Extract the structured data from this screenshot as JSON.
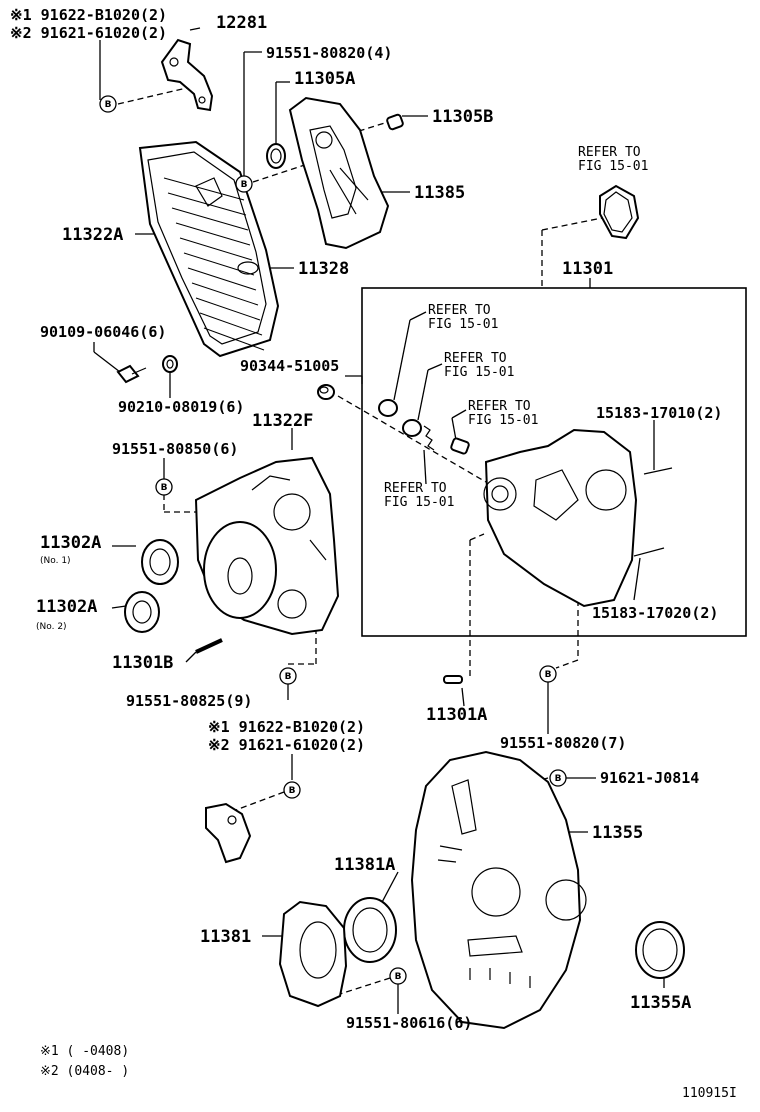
{
  "labels": {
    "p91622_b1020_top": "※1 91622-B1020(2)",
    "p91621_61020_top": "※2 91621-61020(2)",
    "p12281": "12281",
    "p91551_80820_4": "91551-80820(4)",
    "p11305A": "11305A",
    "p11305B": "11305B",
    "p11385": "11385",
    "p11322A": "11322A",
    "p11328": "11328",
    "p90109": "90109-06046(6)",
    "p90210": "90210-08019(6)",
    "p90344": "90344-51005",
    "p11322F": "11322F",
    "p91551_80850": "91551-80850(6)",
    "p11302A_1": "11302A",
    "p11302A_1_sub": "(No. 1)",
    "p11302A_2": "11302A",
    "p11302A_2_sub": "(No. 2)",
    "p11301B": "11301B",
    "p91551_80825": "91551-80825(9)",
    "p11301": "11301",
    "p15183_17010": "15183-17010(2)",
    "p15183_17020": "15183-17020(2)",
    "p11301A": "11301A",
    "p91551_80820_7": "91551-80820(7)",
    "p91622_b1020_mid": "※1 91622-B1020(2)",
    "p91621_61020_mid": "※2 91621-61020(2)",
    "p91621_J0814": "91621-J0814",
    "p11355": "11355",
    "p11381A": "11381A",
    "p11381": "11381",
    "p91551_80616": "91551-80616(6)",
    "p11355A": "11355A"
  },
  "references": {
    "ref_top_l1": "REFER TO",
    "ref_top_l2": "FIG 15-01",
    "ref_a_l1": "REFER TO",
    "ref_a_l2": "FIG 15-01",
    "ref_b_l1": "REFER TO",
    "ref_b_l2": "FIG 15-01",
    "ref_c_l1": "REFER TO",
    "ref_c_l2": "FIG 15-01",
    "ref_d_l1": "REFER TO",
    "ref_d_l2": "FIG 15-01"
  },
  "bolt_marker": "B",
  "notes": {
    "note1": "※1 (    -0408)",
    "note2": "※2 (0408-    )"
  },
  "figure_id": "110915I"
}
